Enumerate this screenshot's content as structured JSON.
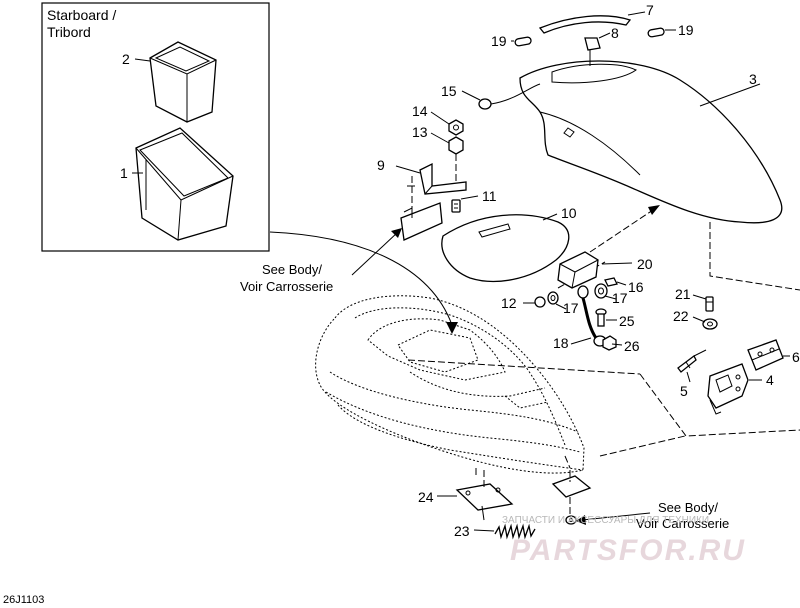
{
  "inset": {
    "line1": "Starboard /",
    "line2": "Tribord"
  },
  "refs": {
    "r1": "1",
    "r2": "2",
    "r3": "3",
    "r4": "4",
    "r5": "5",
    "r6": "6",
    "r7": "7",
    "r8": "8",
    "r9": "9",
    "r10": "10",
    "r11": "11",
    "r12": "12",
    "r13": "13",
    "r14": "14",
    "r15": "15",
    "r16": "16",
    "r17": "17",
    "r18": "18",
    "r19": "19",
    "r20": "20",
    "r21": "21",
    "r22": "22",
    "r23": "23",
    "r24": "24",
    "r25": "25",
    "r26": "26"
  },
  "notes": {
    "see_body_line1": "See Body/",
    "see_body_line2": "Voir Carrosserie"
  },
  "diagram_code": "26J1103",
  "watermark": {
    "small": "ЗАПЧАСТИ И АКСЕССУАРЫ ДЛЯ ТЕХНИКИ",
    "logo": "PARTSFOR.RU"
  }
}
